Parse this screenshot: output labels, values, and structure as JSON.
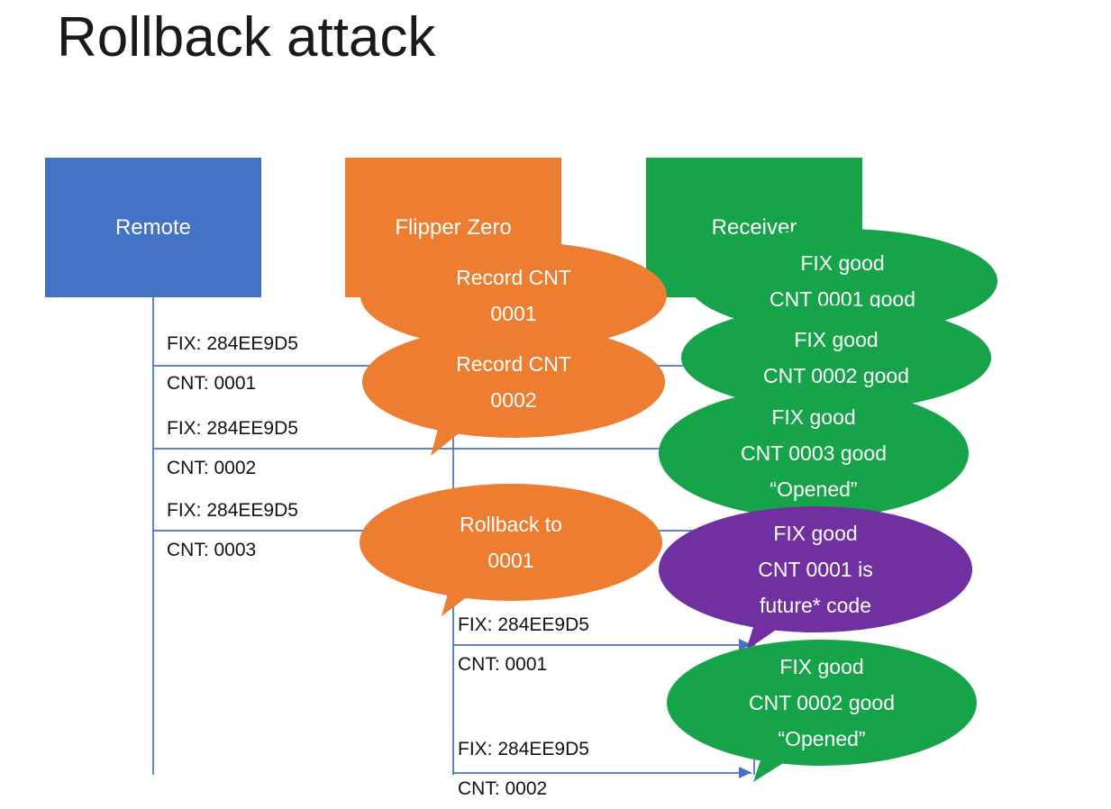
{
  "title": "Rollback attack",
  "colors": {
    "connector": "#4472C4"
  },
  "actors": [
    {
      "name": "Remote",
      "color": "#4472C4"
    },
    {
      "name": "Flipper Zero",
      "color": "#ED7D31"
    },
    {
      "name": "Receiver",
      "color": "#17A34A"
    }
  ],
  "messages": [
    {
      "fix": "FIX: 284EE9D5",
      "cnt": "CNT: 0001"
    },
    {
      "fix": "FIX: 284EE9D5",
      "cnt": "CNT: 0002"
    },
    {
      "fix": "FIX: 284EE9D5",
      "cnt": "CNT: 0003"
    },
    {
      "fix": "FIX: 284EE9D5",
      "cnt": "CNT: 0001"
    },
    {
      "fix": "FIX: 284EE9D5",
      "cnt": "CNT: 0002"
    }
  ],
  "bubbles": [
    {
      "text": "Record CNT\n0001",
      "color": "#ED7D31"
    },
    {
      "text": "Record CNT\n0002",
      "color": "#ED7D31"
    },
    {
      "text": "Rollback to\n0001",
      "color": "#ED7D31"
    },
    {
      "text": "FIX good\nCNT 0001 good",
      "color": "#17A34A"
    },
    {
      "text": "FIX good\nCNT 0002 good",
      "color": "#17A34A"
    },
    {
      "text": "FIX good\nCNT 0003 good\n“Opened”",
      "color": "#17A34A"
    },
    {
      "text": "FIX good\nCNT 0001 is\nfuture* code",
      "color": "#7030A0"
    },
    {
      "text": "FIX good\nCNT 0002 good\n“Opened”",
      "color": "#17A34A"
    }
  ]
}
